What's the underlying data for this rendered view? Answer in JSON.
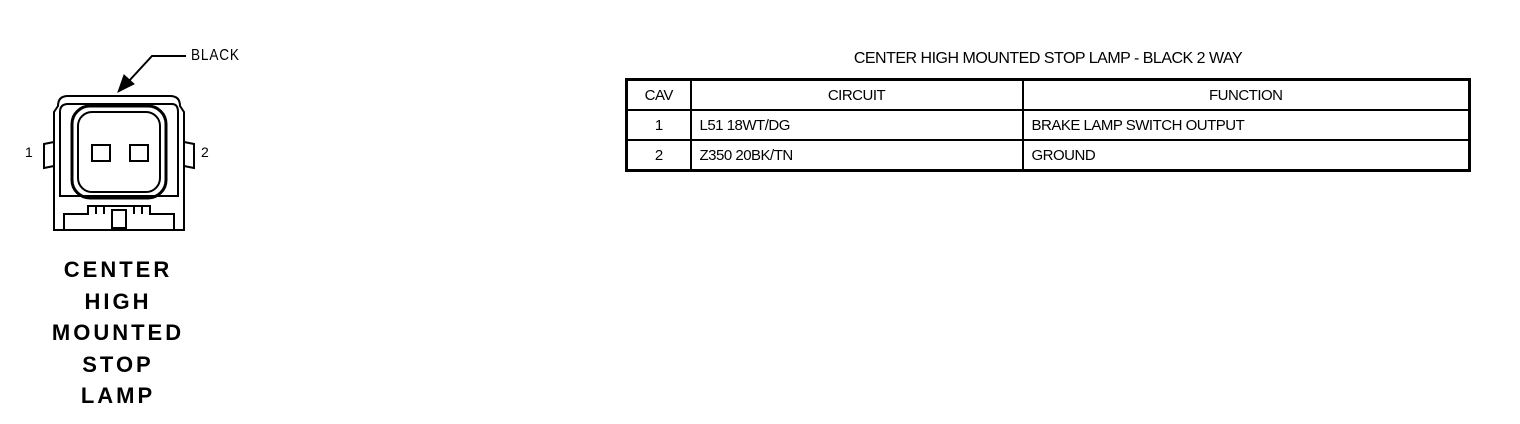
{
  "connector": {
    "color_callout": "BLACK",
    "pin_labels": [
      "1",
      "2"
    ],
    "name_lines": [
      "CENTER",
      "HIGH",
      "MOUNTED",
      "STOP",
      "LAMP"
    ]
  },
  "pinout_table": {
    "title": "CENTER HIGH MOUNTED STOP LAMP - BLACK 2 WAY",
    "headers": {
      "cav": "CAV",
      "circuit": "CIRCUIT",
      "function": "FUNCTION"
    },
    "rows": [
      {
        "cav": "1",
        "circuit": "L51 18WT/DG",
        "function": "BRAKE LAMP SWITCH OUTPUT"
      },
      {
        "cav": "2",
        "circuit": "Z350 20BK/TN",
        "function": "GROUND"
      }
    ]
  }
}
